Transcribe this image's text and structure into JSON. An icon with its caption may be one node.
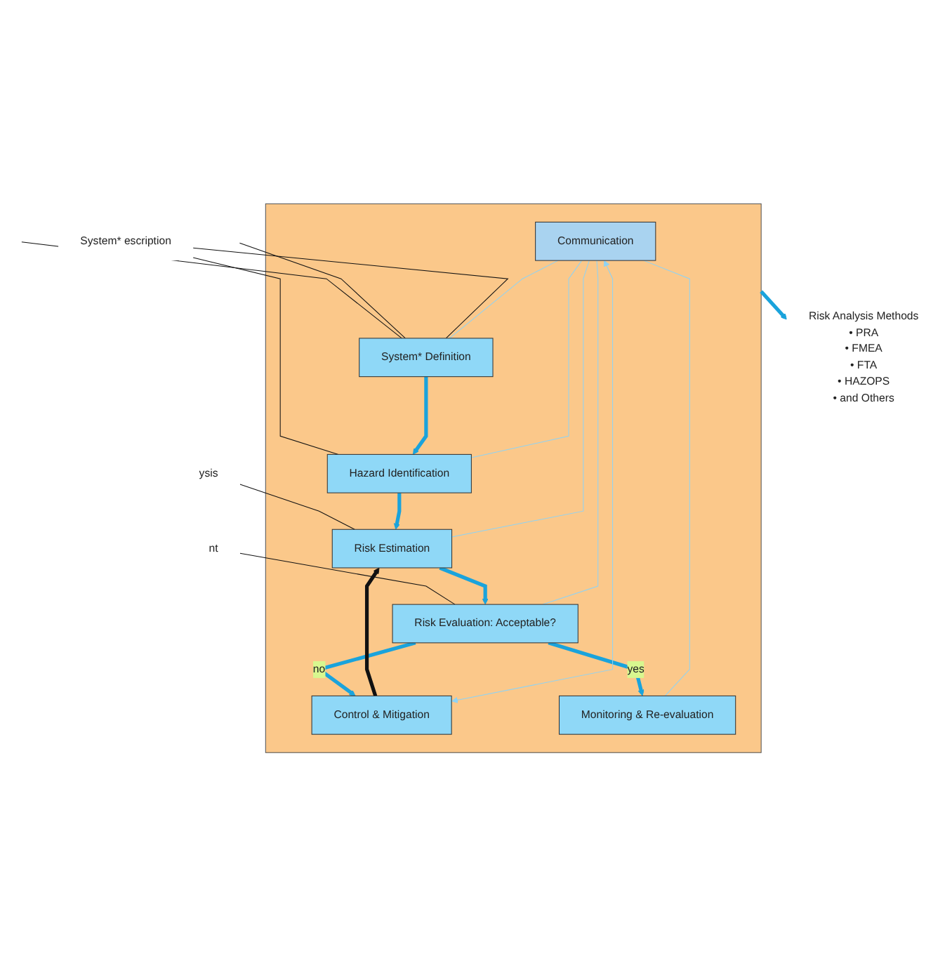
{
  "diagram": {
    "nodes": [
      {
        "text": [],
        "shape": "box"
      },
      {
        "text": [
          "Communication"
        ],
        "in": 0
      },
      {
        "text": [
          "System* Definition"
        ],
        "in": 0
      },
      {
        "text": [
          "Hazard Identification"
        ],
        "in": 0
      },
      {
        "text": [
          "Risk Estimation"
        ],
        "in": 0
      },
      {
        "text": [
          "Risk Evaluation: Acceptable?"
        ],
        "in": 0
      },
      {
        "text": [
          "Control & Mitigation"
        ],
        "in": 0
      },
      {
        "text": [
          "Monitoring & Re-evaluation"
        ],
        "in": 0
      },
      {
        "text": [
          "Risk Analysis Methods",
          "• PRA",
          "• FMEA",
          "• FTA",
          "• HAZOPS",
          "• and Others"
        ]
      },
      {
        "text": [
          "System* escription"
        ]
      },
      {
        "text": [
          "ysis"
        ]
      },
      {
        "text": [
          "nt"
        ]
      }
    ],
    "edges": [
      {
        "from": null,
        "to": 2,
        "arrow": "none",
        "color": "#111111"
      },
      {
        "from": null,
        "to": 2,
        "arrow": "none",
        "color": "#111111"
      },
      {
        "from": 9,
        "to": 2,
        "arrow": "none",
        "color": "#111111"
      },
      {
        "from": 9,
        "to": 3,
        "arrow": "none",
        "color": "#111111"
      },
      {
        "from": 10,
        "to": 4,
        "arrow": "none",
        "color": "#111111"
      },
      {
        "from": 11,
        "to": 5,
        "arrow": "none",
        "color": "#111111"
      },
      {
        "from": 2,
        "to": 3,
        "arrow": "to",
        "style": "thick",
        "color": "#1aa3dc"
      },
      {
        "from": 3,
        "to": 4,
        "arrow": "to",
        "style": "thick",
        "color": "#1aa3dc"
      },
      {
        "from": 4,
        "to": 5,
        "arrow": "to",
        "style": "thick",
        "color": "#1aa3dc"
      },
      {
        "from": 5,
        "to": 7,
        "arrow": "to",
        "label": "yes",
        "style": "thick",
        "color": "#1aa3dc"
      },
      {
        "from": 5,
        "to": 6,
        "arrow": "to",
        "label": "no",
        "style": "thick",
        "color": "#1aa3dc"
      },
      {
        "from": 6,
        "to": 4,
        "arrow": "to",
        "style": "thick",
        "color": "#111111"
      },
      {
        "from": 6,
        "to": 1,
        "arrow": "both",
        "color": "#8fd3f4"
      },
      {
        "from": 1,
        "to": 2,
        "arrow": "none",
        "color": "#8fd3f4"
      },
      {
        "from": 1,
        "to": 3,
        "arrow": "none",
        "color": "#8fd3f4"
      },
      {
        "from": 1,
        "to": 4,
        "arrow": "none",
        "color": "#8fd3f4"
      },
      {
        "from": 1,
        "to": 5,
        "arrow": "none",
        "color": "#8fd3f4"
      },
      {
        "from": 1,
        "to": 7,
        "arrow": "none",
        "color": "#8fd3f4"
      },
      {
        "from": 0,
        "to": 8,
        "arrow": "to",
        "style": "thick",
        "color": "#1aa3dc"
      }
    ]
  }
}
